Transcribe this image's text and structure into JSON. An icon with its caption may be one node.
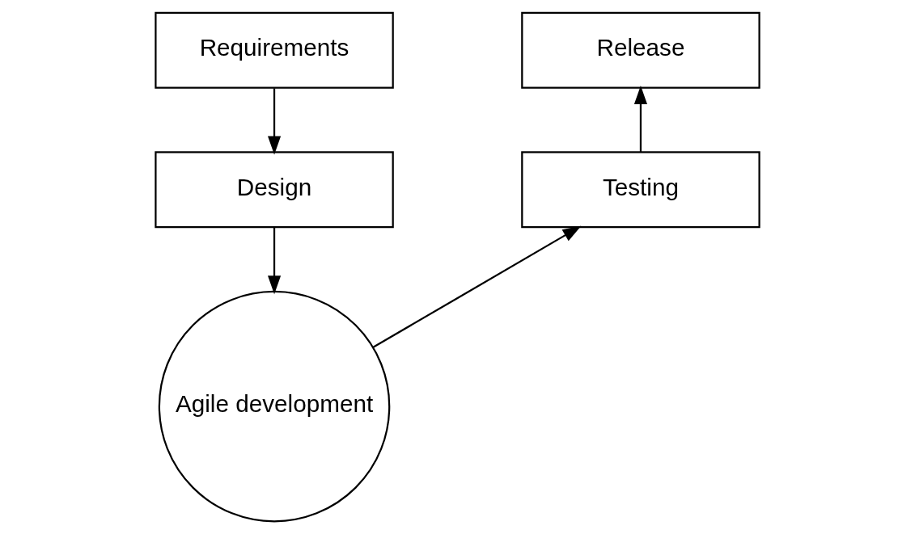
{
  "diagram": {
    "nodes": [
      {
        "text": [
          "Requirements"
        ]
      },
      {
        "text": [
          "Design"
        ]
      },
      {
        "text": [
          "Agile development"
        ]
      },
      {
        "text": [
          "Testing"
        ]
      },
      {
        "text": [
          "Release"
        ]
      }
    ],
    "edges": [
      {
        "from": 0,
        "to": 1,
        "arrow": "to"
      },
      {
        "from": 1,
        "to": 2,
        "arrow": "to"
      },
      {
        "from": 2,
        "to": 3,
        "arrow": "to"
      },
      {
        "from": 3,
        "to": 4,
        "arrow": "to"
      }
    ]
  }
}
